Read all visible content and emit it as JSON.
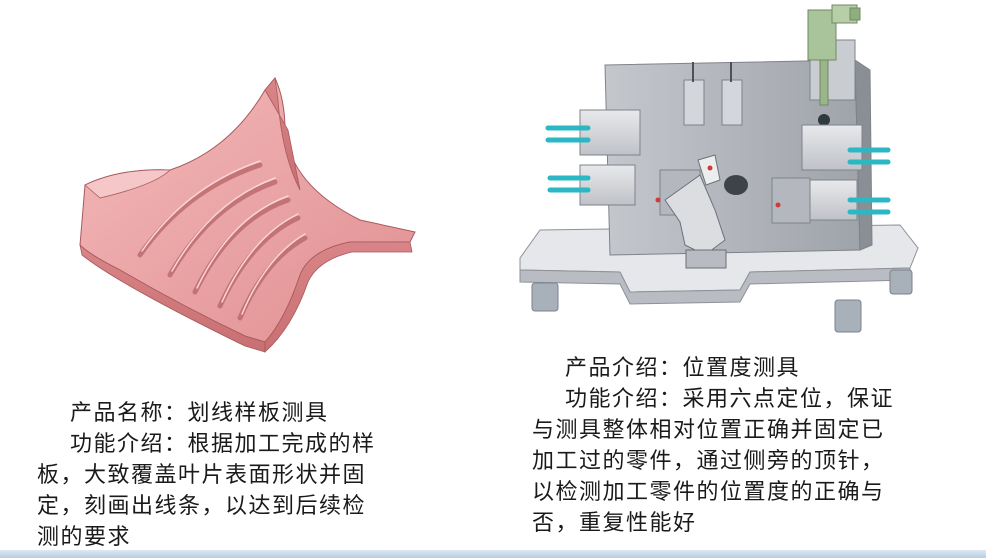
{
  "left_product": {
    "name_line": "产品名称：划线样板测具",
    "desc_lines": [
      "功能介绍：根据加工完成的样",
      "板，大致覆盖叶片表面形状并固",
      "定，刻画出线条，以达到后续检",
      "测的要求"
    ]
  },
  "right_product": {
    "name_line": "产品介绍：位置度测具",
    "desc_lines": [
      "功能介绍：采用六点定位，保证",
      "与测具整体相对位置正确并固定已",
      "加工过的零件，通过侧旁的顶针，",
      "以检测加工零件的位置度的正确与",
      "否，重复性能好"
    ]
  },
  "colors": {
    "part_pink": "#e7999a",
    "fixture_gray": "#d6d8dc",
    "accent_cyan": "#2bb7c4",
    "accent_green": "#9bbf7a"
  }
}
